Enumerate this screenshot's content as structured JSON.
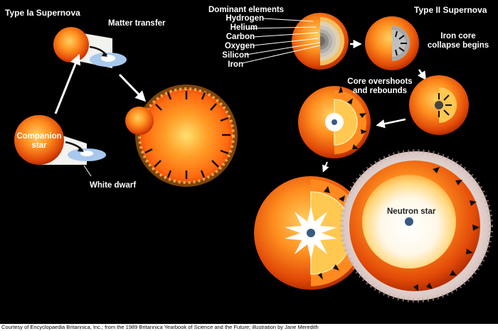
{
  "type_ia": {
    "title": "Type Ia Supernova",
    "matter_transfer": "Matter transfer",
    "companion_star": "Companion\nstar",
    "white_dwarf": "White dwarf"
  },
  "type_ii": {
    "title": "Type II Supernova",
    "dominant_elements_heading": "Dominant elements",
    "elements": [
      "Hydrogen",
      "Helium",
      "Carbon",
      "Oxygen",
      "Silicon",
      "Iron"
    ],
    "iron_core_collapse": "Iron core\ncollapse begins",
    "core_overshoots": "Core overshoots\nand rebounds",
    "neutron_star": "Neutron star"
  },
  "credit": "Courtesy of Encyclopaedia Britannica, Inc.; from the 1989 Britannica Yearbook of Science and the Future; illustration by Jane Meredith"
}
